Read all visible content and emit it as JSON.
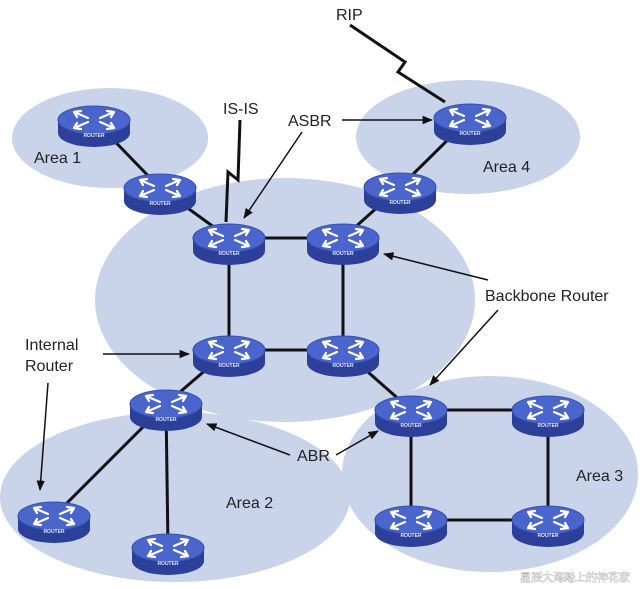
{
  "labels": {
    "rip": "RIP",
    "isis": "IS-IS",
    "asbr": "ASBR",
    "area1": "Area 1",
    "area2": "Area 2",
    "area3": "Area 3",
    "area4": "Area 4",
    "backbone_router": "Backbone Router",
    "internal_router_line1": "Internal",
    "internal_router_line2": "Router",
    "abr": "ABR",
    "watermark": "星辰大海踏上的神花家"
  },
  "router_badge_text": "ROUTER",
  "colors": {
    "area_fill": "#c9d3ea",
    "router_top": "#4a66cc",
    "router_side": "#2c3f99",
    "link": "#111111"
  },
  "icons": {
    "router": "router-icon"
  }
}
